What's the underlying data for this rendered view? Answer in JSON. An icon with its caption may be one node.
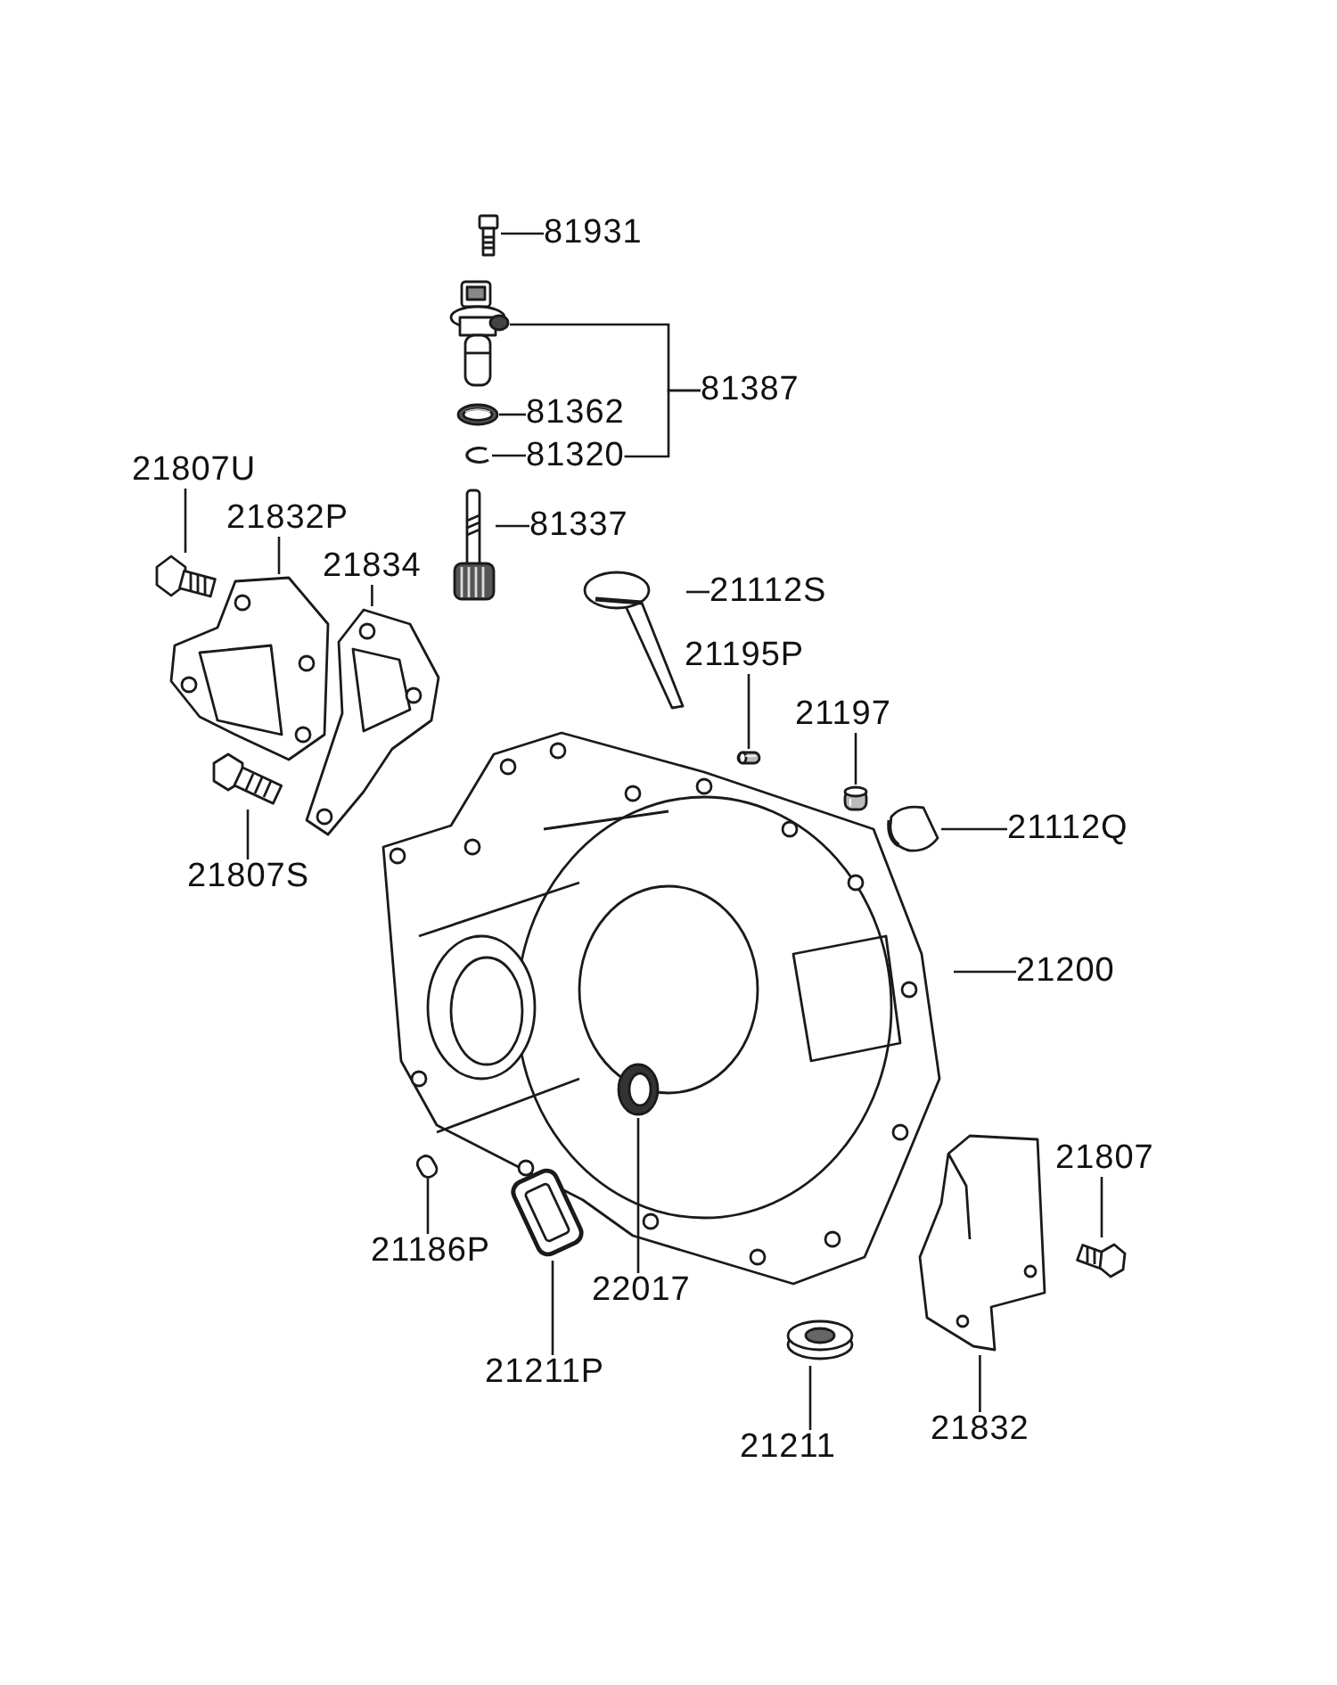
{
  "diagram": {
    "nodes": [
      {
        "text": [
          "81931"
        ]
      },
      {
        "text": [],
        "shape": "picture"
      },
      {
        "text": [
          "81387"
        ]
      },
      {
        "text": [],
        "shape": "picture"
      },
      {
        "text": [
          "81362"
        ]
      },
      {
        "text": [],
        "shape": "picture"
      },
      {
        "text": [
          "81320"
        ]
      },
      {
        "text": [],
        "shape": "picture"
      },
      {
        "text": [
          "81337"
        ]
      },
      {
        "text": [],
        "shape": "picture"
      },
      {
        "text": [
          "21807U"
        ]
      },
      {
        "text": [],
        "shape": "picture"
      },
      {
        "text": [
          "21832P"
        ]
      },
      {
        "text": [],
        "shape": "picture"
      },
      {
        "text": [
          "21834"
        ]
      },
      {
        "text": [],
        "shape": "picture"
      },
      {
        "text": [
          "21112S"
        ]
      },
      {
        "text": [],
        "shape": "picture"
      },
      {
        "text": [],
        "shape": "picture"
      },
      {
        "text": [
          "21200"
        ]
      },
      {
        "text": [
          "21195P"
        ]
      },
      {
        "text": [],
        "shape": "picture",
        "in": 18
      },
      {
        "text": [
          "21197"
        ]
      },
      {
        "text": [],
        "shape": "picture",
        "in": 18
      },
      {
        "text": [
          "21112Q"
        ]
      },
      {
        "text": [],
        "shape": "picture",
        "in": 18
      },
      {
        "text": [
          "21807S"
        ]
      },
      {
        "text": [],
        "shape": "picture"
      },
      {
        "text": [
          "22017"
        ]
      },
      {
        "text": [],
        "shape": "picture",
        "in": 18
      },
      {
        "text": [
          "21807"
        ]
      },
      {
        "text": [],
        "shape": "picture"
      },
      {
        "text": [
          "21186P"
        ]
      },
      {
        "text": [],
        "shape": "picture"
      },
      {
        "text": [
          "21211P"
        ]
      },
      {
        "text": [],
        "shape": "picture"
      },
      {
        "text": [
          "21211"
        ]
      },
      {
        "text": [],
        "shape": "picture"
      },
      {
        "text": [
          "21832"
        ]
      },
      {
        "text": [],
        "shape": "picture"
      }
    ],
    "edges": [
      {
        "from": 0,
        "to": 1,
        "arrow": "none"
      },
      {
        "from": 2,
        "to": 3,
        "arrow": "none"
      },
      {
        "from": 4,
        "to": 5,
        "arrow": "none"
      },
      {
        "from": 6,
        "to": 7,
        "arrow": "none"
      },
      {
        "from": 8,
        "to": 9,
        "arrow": "none"
      },
      {
        "from": 10,
        "to": 11,
        "arrow": "none"
      },
      {
        "from": 12,
        "to": 13,
        "arrow": "none"
      },
      {
        "from": 14,
        "to": 15,
        "arrow": "none"
      },
      {
        "from": 16,
        "to": 17,
        "arrow": "none"
      },
      {
        "from": 19,
        "to": 18,
        "arrow": "none"
      },
      {
        "from": 20,
        "to": 21,
        "arrow": "none"
      },
      {
        "from": 22,
        "to": 23,
        "arrow": "none"
      },
      {
        "from": 24,
        "to": 25,
        "arrow": "none"
      },
      {
        "from": 26,
        "to": 27,
        "arrow": "none"
      },
      {
        "from": 28,
        "to": 29,
        "arrow": "none"
      },
      {
        "from": 30,
        "to": 31,
        "arrow": "none"
      },
      {
        "from": 32,
        "to": 33,
        "arrow": "none"
      },
      {
        "from": 34,
        "to": 35,
        "arrow": "none"
      },
      {
        "from": 36,
        "to": 37,
        "arrow": "none"
      },
      {
        "from": 38,
        "to": 39,
        "arrow": "none"
      },
      {
        "from": 2,
        "to": 6,
        "arrow": "none"
      }
    ]
  }
}
